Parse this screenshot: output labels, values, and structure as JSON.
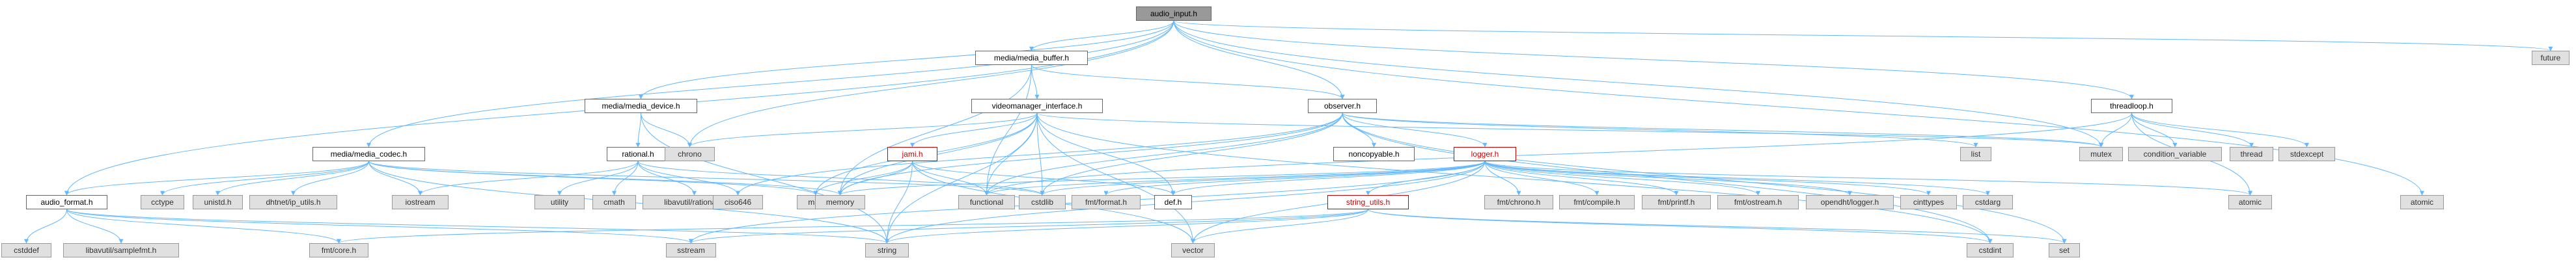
{
  "graph": {
    "nodes": [
      {
        "id": "audio_input",
        "label": "audio_input.h",
        "kind": "root"
      },
      {
        "id": "media_buffer",
        "label": "media/media_buffer.h",
        "kind": "doc"
      },
      {
        "id": "future",
        "label": "future",
        "kind": "sys"
      },
      {
        "id": "media_device",
        "label": "media/media_device.h",
        "kind": "doc"
      },
      {
        "id": "observer",
        "label": "observer.h",
        "kind": "doc"
      },
      {
        "id": "threadloop",
        "label": "threadloop.h",
        "kind": "doc"
      },
      {
        "id": "media_codec",
        "label": "media/media_codec.h",
        "kind": "doc"
      },
      {
        "id": "videomanager",
        "label": "videomanager_interface.h",
        "kind": "doc"
      },
      {
        "id": "rational",
        "label": "rational.h",
        "kind": "doc"
      },
      {
        "id": "jami",
        "label": "jami.h",
        "kind": "warn"
      },
      {
        "id": "logger",
        "label": "logger.h",
        "kind": "warn"
      },
      {
        "id": "noncopyable",
        "label": "noncopyable.h",
        "kind": "doc"
      },
      {
        "id": "audio_format",
        "label": "audio_format.h",
        "kind": "doc"
      },
      {
        "id": "string_utils",
        "label": "string_utils.h",
        "kind": "warn"
      },
      {
        "id": "chrono",
        "label": "chrono",
        "kind": "sys"
      },
      {
        "id": "list",
        "label": "list",
        "kind": "sys"
      },
      {
        "id": "mutex",
        "label": "mutex",
        "kind": "sys"
      },
      {
        "id": "condition_variable",
        "label": "condition_variable",
        "kind": "sys"
      },
      {
        "id": "thread",
        "label": "thread",
        "kind": "sys"
      },
      {
        "id": "stdexcept",
        "label": "stdexcept",
        "kind": "sys"
      },
      {
        "id": "atomic_t",
        "label": "atomic",
        "kind": "sys"
      },
      {
        "id": "cctype",
        "label": "cctype",
        "kind": "sys"
      },
      {
        "id": "unistd",
        "label": "unistd.h",
        "kind": "sys"
      },
      {
        "id": "dhtnet",
        "label": "dhtnet/ip_utils.h",
        "kind": "sys"
      },
      {
        "id": "iostream",
        "label": "iostream",
        "kind": "sys"
      },
      {
        "id": "utility",
        "label": "utility",
        "kind": "sys"
      },
      {
        "id": "cmath",
        "label": "cmath",
        "kind": "sys"
      },
      {
        "id": "libavutil_rational",
        "label": "libavutil/rational.h",
        "kind": "sys"
      },
      {
        "id": "ciso646",
        "label": "ciso646",
        "kind": "sys"
      },
      {
        "id": "map",
        "label": "map",
        "kind": "sys"
      },
      {
        "id": "memory",
        "label": "memory",
        "kind": "sys"
      },
      {
        "id": "functional",
        "label": "functional",
        "kind": "sys"
      },
      {
        "id": "cstdlib",
        "label": "cstdlib",
        "kind": "sys"
      },
      {
        "id": "fmt_format",
        "label": "fmt/format.h",
        "kind": "sys"
      },
      {
        "id": "def",
        "label": "def.h",
        "kind": "doc"
      },
      {
        "id": "fmt_chrono",
        "label": "fmt/chrono.h",
        "kind": "sys"
      },
      {
        "id": "fmt_compile",
        "label": "fmt/compile.h",
        "kind": "sys"
      },
      {
        "id": "fmt_printf",
        "label": "fmt/printf.h",
        "kind": "sys"
      },
      {
        "id": "fmt_ostream",
        "label": "fmt/ostream.h",
        "kind": "sys"
      },
      {
        "id": "opendht_logger",
        "label": "opendht/logger.h",
        "kind": "sys"
      },
      {
        "id": "cinttypes",
        "label": "cinttypes",
        "kind": "sys"
      },
      {
        "id": "cstdarg",
        "label": "cstdarg",
        "kind": "sys"
      },
      {
        "id": "atomic_b",
        "label": "atomic",
        "kind": "sys"
      },
      {
        "id": "cstddef",
        "label": "cstddef",
        "kind": "sys"
      },
      {
        "id": "libavutil_samplefmt",
        "label": "libavutil/samplefmt.h",
        "kind": "sys"
      },
      {
        "id": "fmt_core",
        "label": "fmt/core.h",
        "kind": "sys"
      },
      {
        "id": "sstream",
        "label": "sstream",
        "kind": "sys"
      },
      {
        "id": "string",
        "label": "string",
        "kind": "sys"
      },
      {
        "id": "vector",
        "label": "vector",
        "kind": "sys"
      },
      {
        "id": "cstdint",
        "label": "cstdint",
        "kind": "sys"
      },
      {
        "id": "set",
        "label": "set",
        "kind": "sys"
      }
    ],
    "edges": [
      [
        "audio_input",
        "media_buffer"
      ],
      [
        "audio_input",
        "future"
      ],
      [
        "audio_input",
        "media_device"
      ],
      [
        "audio_input",
        "observer"
      ],
      [
        "audio_input",
        "threadloop"
      ],
      [
        "audio_input",
        "media_codec"
      ],
      [
        "audio_input",
        "audio_format"
      ],
      [
        "audio_input",
        "chrono"
      ],
      [
        "audio_input",
        "mutex"
      ],
      [
        "audio_input",
        "atomic_t"
      ],
      [
        "media_buffer",
        "videomanager"
      ],
      [
        "media_buffer",
        "observer"
      ],
      [
        "media_buffer",
        "memory"
      ],
      [
        "media_buffer",
        "functional"
      ],
      [
        "media_device",
        "rational"
      ],
      [
        "media_device",
        "chrono"
      ],
      [
        "media_device",
        "string"
      ],
      [
        "observer",
        "noncopyable"
      ],
      [
        "observer",
        "logger"
      ],
      [
        "observer",
        "list"
      ],
      [
        "observer",
        "mutex"
      ],
      [
        "observer",
        "set"
      ],
      [
        "observer",
        "cstdlib"
      ],
      [
        "observer",
        "memory"
      ],
      [
        "observer",
        "functional"
      ],
      [
        "observer",
        "ciso646"
      ],
      [
        "observer",
        "cstdint"
      ],
      [
        "threadloop",
        "mutex"
      ],
      [
        "threadloop",
        "condition_variable"
      ],
      [
        "threadloop",
        "thread"
      ],
      [
        "threadloop",
        "stdexcept"
      ],
      [
        "threadloop",
        "atomic_b"
      ],
      [
        "threadloop",
        "functional"
      ],
      [
        "media_codec",
        "audio_format"
      ],
      [
        "media_codec",
        "cctype"
      ],
      [
        "media_codec",
        "unistd"
      ],
      [
        "media_codec",
        "dhtnet"
      ],
      [
        "media_codec",
        "iostream"
      ],
      [
        "media_codec",
        "map"
      ],
      [
        "media_codec",
        "string"
      ],
      [
        "media_codec",
        "memory"
      ],
      [
        "media_codec",
        "cstdlib"
      ],
      [
        "videomanager",
        "jami"
      ],
      [
        "videomanager",
        "chrono"
      ],
      [
        "videomanager",
        "map"
      ],
      [
        "videomanager",
        "memory"
      ],
      [
        "videomanager",
        "functional"
      ],
      [
        "videomanager",
        "cstdlib"
      ],
      [
        "videomanager",
        "def"
      ],
      [
        "videomanager",
        "string"
      ],
      [
        "videomanager",
        "vector"
      ],
      [
        "videomanager",
        "cstdint"
      ],
      [
        "videomanager",
        "mutex"
      ],
      [
        "rational",
        "iostream"
      ],
      [
        "rational",
        "utility"
      ],
      [
        "rational",
        "cmath"
      ],
      [
        "rational",
        "libavutil_rational"
      ],
      [
        "rational",
        "ciso646"
      ],
      [
        "rational",
        "cstdlib"
      ],
      [
        "jami",
        "map"
      ],
      [
        "jami",
        "memory"
      ],
      [
        "jami",
        "functional"
      ],
      [
        "jami",
        "def"
      ],
      [
        "jami",
        "string"
      ],
      [
        "jami",
        "vector"
      ],
      [
        "logger",
        "string_utils"
      ],
      [
        "logger",
        "fmt_format"
      ],
      [
        "logger",
        "fmt_chrono"
      ],
      [
        "logger",
        "fmt_compile"
      ],
      [
        "logger",
        "fmt_printf"
      ],
      [
        "logger",
        "fmt_ostream"
      ],
      [
        "logger",
        "opendht_logger"
      ],
      [
        "logger",
        "cinttypes"
      ],
      [
        "logger",
        "cstdarg"
      ],
      [
        "logger",
        "atomic_b"
      ],
      [
        "logger",
        "cstdlib"
      ],
      [
        "logger",
        "def"
      ],
      [
        "logger",
        "functional"
      ],
      [
        "logger",
        "memory"
      ],
      [
        "logger",
        "sstream"
      ],
      [
        "logger",
        "string"
      ],
      [
        "logger",
        "vector"
      ],
      [
        "string_utils",
        "set"
      ],
      [
        "string_utils",
        "cstdint"
      ],
      [
        "string_utils",
        "string"
      ],
      [
        "string_utils",
        "vector"
      ],
      [
        "string_utils",
        "sstream"
      ],
      [
        "string_utils",
        "fmt_core"
      ],
      [
        "audio_format",
        "cstddef"
      ],
      [
        "audio_format",
        "libavutil_samplefmt"
      ],
      [
        "audio_format",
        "fmt_core"
      ],
      [
        "audio_format",
        "sstream"
      ],
      [
        "audio_format",
        "string"
      ]
    ]
  }
}
